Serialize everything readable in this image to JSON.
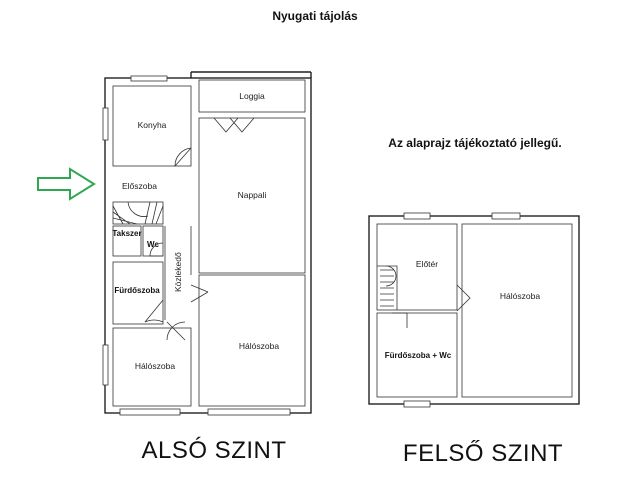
{
  "header": {
    "orientation": "Nyugati tájolás"
  },
  "note": "Az alaprajz tájékoztató jellegű.",
  "colors": {
    "arrow": "#2fa84f",
    "walls": "#222222"
  },
  "lower_floor": {
    "title": "ALSÓ SZINT",
    "rooms": {
      "konyha": "Konyha",
      "eloszoba": "Előszoba",
      "loggia": "Loggia",
      "nappali": "Nappali",
      "takaritoszer": "Takszer",
      "wc": "Wc",
      "kozlekedo": "Közlekedő",
      "furdoszoba": "Fürdőszoba",
      "haloszoba_left": "Hálószoba",
      "haloszoba_right": "Hálószoba"
    }
  },
  "upper_floor": {
    "title": "FELSŐ SZINT",
    "rooms": {
      "eloter": "Előtér",
      "furdo_wc": "Fürdőszoba + Wc",
      "haloszoba": "Hálószoba"
    }
  },
  "entrance_arrow_icon": "green-arrow-right-icon"
}
